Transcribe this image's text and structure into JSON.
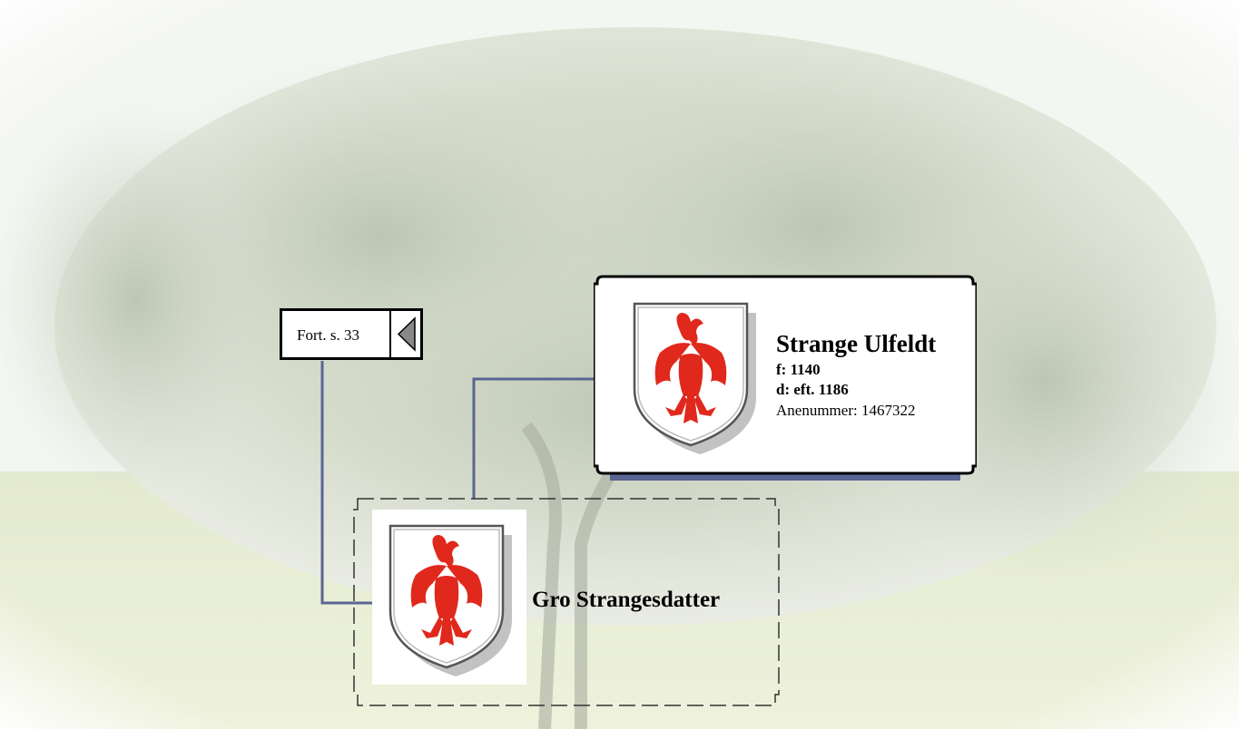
{
  "continuation": {
    "label": "Fort. s. 33",
    "arrow_icon": "triangle-left-icon"
  },
  "father": {
    "name": "Strange Ulfeldt",
    "born": "f: 1140",
    "died": "d: eft. 1186",
    "ancestor_number": "Anenummer: 1467322",
    "coat_of_arms_icon": "red-eagle-shield-icon"
  },
  "child": {
    "name": "Gro Strangesdatter",
    "coat_of_arms_icon": "red-eagle-shield-icon"
  },
  "colors": {
    "connector": "#5a6594",
    "eagle": "#e0281c",
    "box_border": "#000000"
  }
}
